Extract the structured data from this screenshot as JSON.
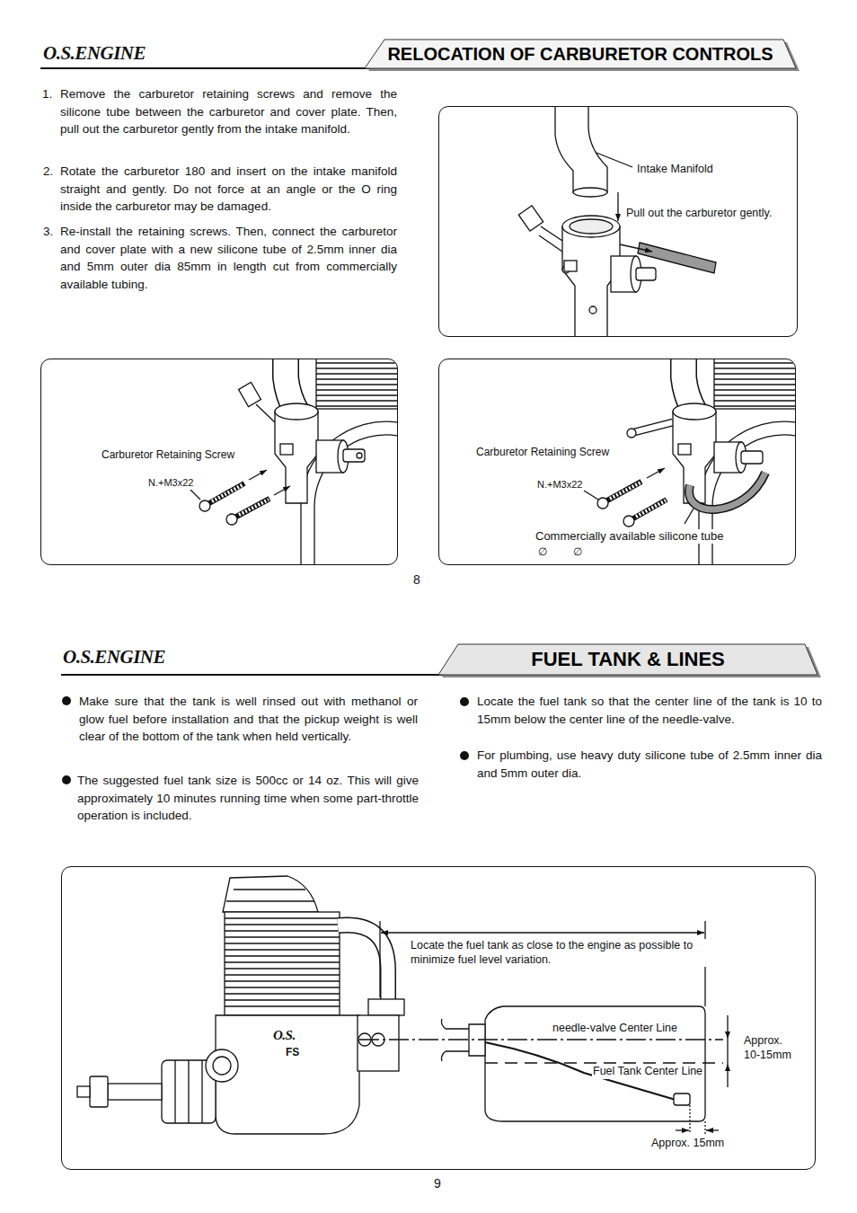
{
  "diagram": {
    "nodes": [
      {
        "text": [
          "RELOCATION OF CARBURETOR CONTROLS"
        ]
      },
      {
        "text": [
          "Intake Manifold",
          "Pull out the carburetor gently."
        ]
      },
      {
        "text": [
          "Carburetor Retaining Screw",
          "N.+M3x22"
        ]
      },
      {
        "text": [
          "Carburetor Retaining Screw",
          "N.+M3x22",
          "Commercially available silicone tube",
          "∅",
          "∅"
        ]
      },
      {
        "text": [
          "FUEL TANK & LINES"
        ]
      },
      {
        "text": [
          "Locate the fuel tank as close to the engine as possible to minimize fuel level variation.",
          "needle-valve Center Line",
          "Fuel Tank Center Line",
          "Approx. 10-15mm",
          "Approx. 15mm"
        ]
      }
    ],
    "labels": [
      "O.S.ENGINE",
      "1.",
      "Remove the carburetor retaining screws and remove the silicone tube between the carburetor and cover plate. Then, pull out the carburetor gently from the intake manifold.",
      "2.",
      "Rotate the carburetor 180 and insert on the intake manifold straight and gently. Do not force at an angle or the O ring inside the carburetor may be damaged.",
      "3.",
      "Re-install the retaining screws. Then, connect the carburetor and cover plate with a new silicone tube of 2.5mm inner dia and 5mm outer dia 85mm in length cut from commercially available tubing.",
      "8",
      "O.S.ENGINE",
      "Make sure that the tank is well rinsed out with methanol or glow fuel before installation and that the pickup weight is well clear of the bottom of the tank when held vertically.",
      "The suggested fuel tank size is 500cc or 14 oz. This will give approximately 10 minutes running time when some part-throttle operation is included.",
      "Locate the fuel tank so that the center line of the tank is 10 to 15mm below the center line of the needle-valve.",
      "For plumbing, use heavy duty silicone tube of 2.5mm inner dia and 5mm outer dia.",
      "O.S.",
      "FS",
      "9"
    ]
  }
}
